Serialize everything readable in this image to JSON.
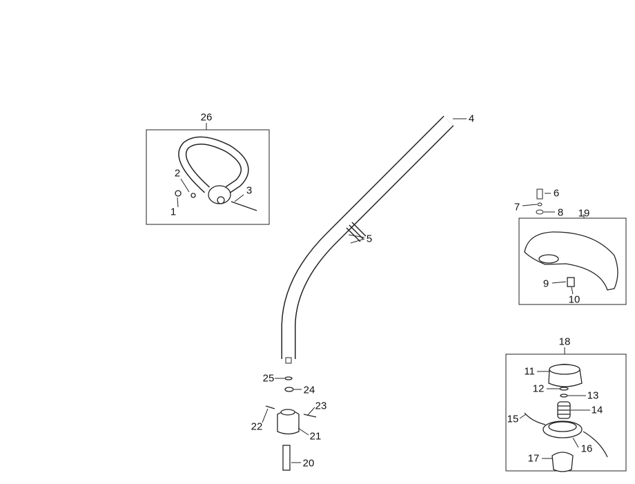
{
  "diagram": {
    "type": "exploded-parts-diagram",
    "callouts": [
      {
        "id": "1",
        "text": "1"
      },
      {
        "id": "2",
        "text": "2"
      },
      {
        "id": "3",
        "text": "3"
      },
      {
        "id": "4",
        "text": "4"
      },
      {
        "id": "5",
        "text": "5"
      },
      {
        "id": "6",
        "text": "6"
      },
      {
        "id": "7",
        "text": "7"
      },
      {
        "id": "8",
        "text": "8"
      },
      {
        "id": "9",
        "text": "9"
      },
      {
        "id": "10",
        "text": "10"
      },
      {
        "id": "11",
        "text": "11"
      },
      {
        "id": "12",
        "text": "12"
      },
      {
        "id": "13",
        "text": "13"
      },
      {
        "id": "14",
        "text": "14"
      },
      {
        "id": "15",
        "text": "15"
      },
      {
        "id": "16",
        "text": "16"
      },
      {
        "id": "17",
        "text": "17"
      },
      {
        "id": "18",
        "text": "18"
      },
      {
        "id": "19",
        "text": "19"
      },
      {
        "id": "20",
        "text": "20"
      },
      {
        "id": "21",
        "text": "21"
      },
      {
        "id": "22",
        "text": "22"
      },
      {
        "id": "23",
        "text": "23"
      },
      {
        "id": "24",
        "text": "24"
      },
      {
        "id": "25",
        "text": "25"
      },
      {
        "id": "26",
        "text": "26"
      }
    ],
    "groups": [
      {
        "name": "handle-assembly",
        "callout": "26",
        "parts": [
          "1",
          "2",
          "3"
        ]
      },
      {
        "name": "guard-assembly",
        "callout": "19",
        "parts": [
          "9",
          "10"
        ]
      },
      {
        "name": "trimmer-head-assembly",
        "callout": "18",
        "parts": [
          "11",
          "12",
          "13",
          "14",
          "15",
          "16",
          "17"
        ]
      }
    ]
  }
}
